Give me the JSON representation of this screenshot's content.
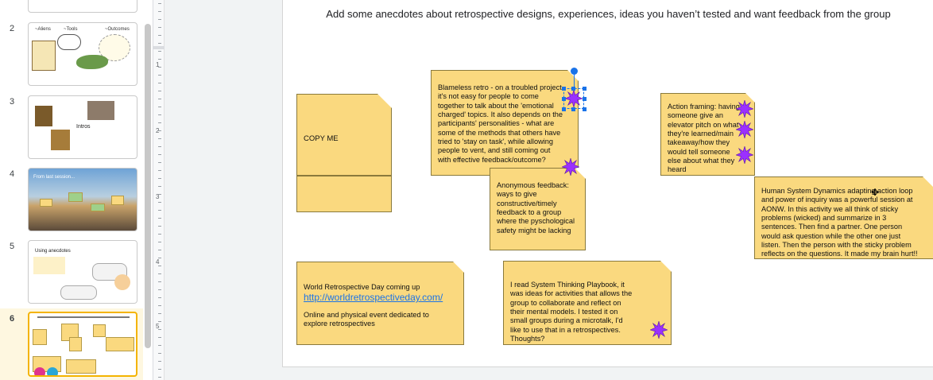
{
  "filmstrip": {
    "slides": [
      {
        "num": "2",
        "labels": {
          "a": "~Aliens",
          "b": "~Tools",
          "c": "~Outcomes"
        }
      },
      {
        "num": "3",
        "labels": {
          "center": "Intros"
        }
      },
      {
        "num": "4",
        "labels": {
          "title": "From last session..."
        }
      },
      {
        "num": "5",
        "labels": {
          "title": "Using anecdotes"
        }
      },
      {
        "num": "6",
        "active": true
      }
    ]
  },
  "ruler": {
    "numbers": [
      "1",
      "2",
      "3",
      "4",
      "5"
    ]
  },
  "slide": {
    "title": "Add some anecdotes about retrospective designs, experiences, ideas you haven’t tested and want feedback from the group",
    "notes": {
      "copy_me": "COPY ME",
      "blameless": "Blameless retro - on a troubled project it's not easy for people to come together to talk about the 'emotional charged' topics.  It also depends on the participants' personalities - what are some of the methods that others have tried to 'stay on task', while allowing people to vent, and still coming out with effective feedback/outcome?",
      "anonymous": "Anonymous feedback: ways to give constructive/timely feedback to a group where the pyschological safety might be lacking",
      "action_framing": "Action framing: having someone give an elevator pitch on what they're learned/main takeaway/how they would tell someone else about what they heard",
      "hsd": "Human System Dynamics adapting action loop and power of inquiry was a powerful session at AONW. In this activity we all think of sticky problems (wicked) and summarize in 3 sentences. Then find a partner. One person would ask question while the other one just listen. Then the person with the sticky problem reflects on the questions. It made my brain hurt!!",
      "world_retro_line1": "World Retrospective Day coming up",
      "world_retro_link": "http://worldretrospectiveday.com/",
      "world_retro_line2": "Online and physical event dedicated to explore retrospectives",
      "playbook": "I read System Thinking Playbook, it was ideas for activities that allows the group to collaborate and reflect on their mental models. I tested it on small groups during a microtalk, I'd like to use that in a retrospectives. Thoughts?"
    }
  },
  "colors": {
    "note_fill": "#fad97f",
    "burst": "#9b30ff",
    "selection": "#1a73e8",
    "active_thumb": "#f4b400"
  }
}
